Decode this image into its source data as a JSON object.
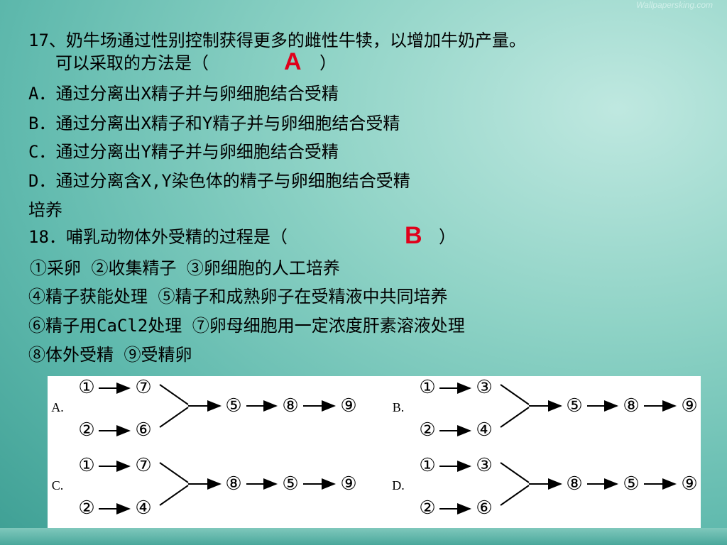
{
  "watermark": "Wallpapersking.com",
  "q17": {
    "stem_line1": "17、奶牛场通过性别控制获得更多的雌性牛犊，以增加牛奶产量。",
    "stem_line2": "可以采取的方法是（",
    "stem_line2_end": "）",
    "answer": "A",
    "options": [
      "A．通过分离出X精子并与卵细胞结合受精",
      "B．通过分离出X精子和Y精子并与卵细胞结合受精",
      "C．通过分离出Y精子并与卵细胞结合受精",
      "D．通过分离含X,Y染色体的精子与卵细胞结合受精"
    ],
    "tail": "培养"
  },
  "q18": {
    "stem": "18．哺乳动物体外受精的过程是（",
    "stem_end": "）",
    "answer": "B",
    "steps_lines": [
      " ①采卵    ②收集精子    ③卵细胞的人工培养",
      "④精子获能处理   ⑤精子和成熟卵子在受精液中共同培养",
      "⑥精子用CaCl2处理    ⑦卵母细胞用一定浓度肝素溶液处理",
      "⑧体外受精    ⑨受精卵"
    ],
    "diagrams": [
      {
        "label": "A.",
        "top1": "①",
        "top2": "⑦",
        "bot1": "②",
        "bot2": "⑥",
        "m1": "⑤",
        "m2": "⑧",
        "m3": "⑨"
      },
      {
        "label": "B.",
        "top1": "①",
        "top2": "③",
        "bot1": "②",
        "bot2": "④",
        "m1": "⑤",
        "m2": "⑧",
        "m3": "⑨"
      },
      {
        "label": "C.",
        "top1": "①",
        "top2": "⑦",
        "bot1": "②",
        "bot2": "④",
        "m1": "⑧",
        "m2": "⑤",
        "m3": "⑨"
      },
      {
        "label": "D.",
        "top1": "①",
        "top2": "③",
        "bot1": "②",
        "bot2": "⑥",
        "m1": "⑧",
        "m2": "⑤",
        "m3": "⑨"
      }
    ]
  }
}
